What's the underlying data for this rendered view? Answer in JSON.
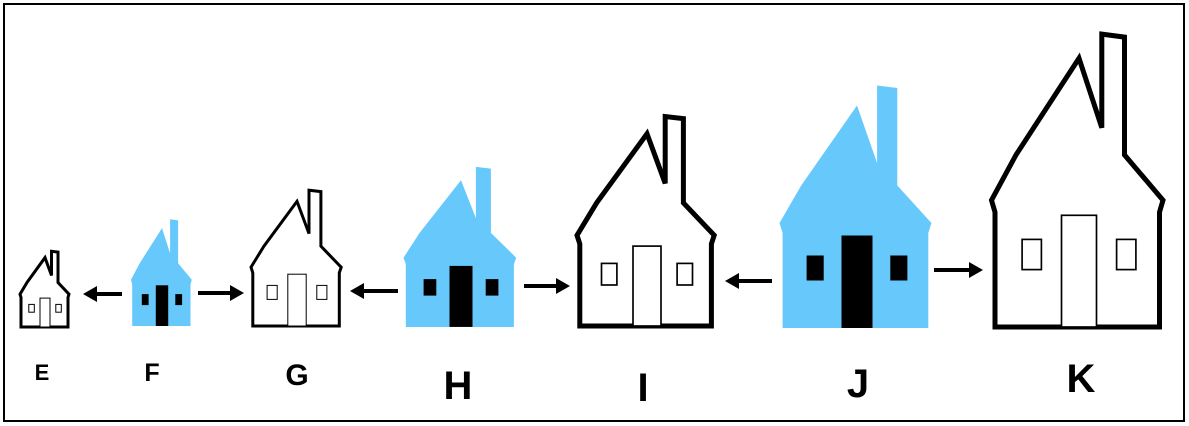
{
  "colors": {
    "fill_blue": "#66c8fb",
    "fill_white": "#ffffff",
    "stroke": "#000000",
    "frame": "#000000"
  },
  "houses": [
    {
      "label": "E",
      "style": "white"
    },
    {
      "label": "F",
      "style": "blue"
    },
    {
      "label": "G",
      "style": "white"
    },
    {
      "label": "H",
      "style": "blue"
    },
    {
      "label": "I",
      "style": "white"
    },
    {
      "label": "J",
      "style": "blue"
    },
    {
      "label": "K",
      "style": "white"
    }
  ],
  "arrows": [
    {
      "direction": "left"
    },
    {
      "direction": "right"
    },
    {
      "direction": "left"
    },
    {
      "direction": "right"
    },
    {
      "direction": "left"
    },
    {
      "direction": "right"
    }
  ]
}
